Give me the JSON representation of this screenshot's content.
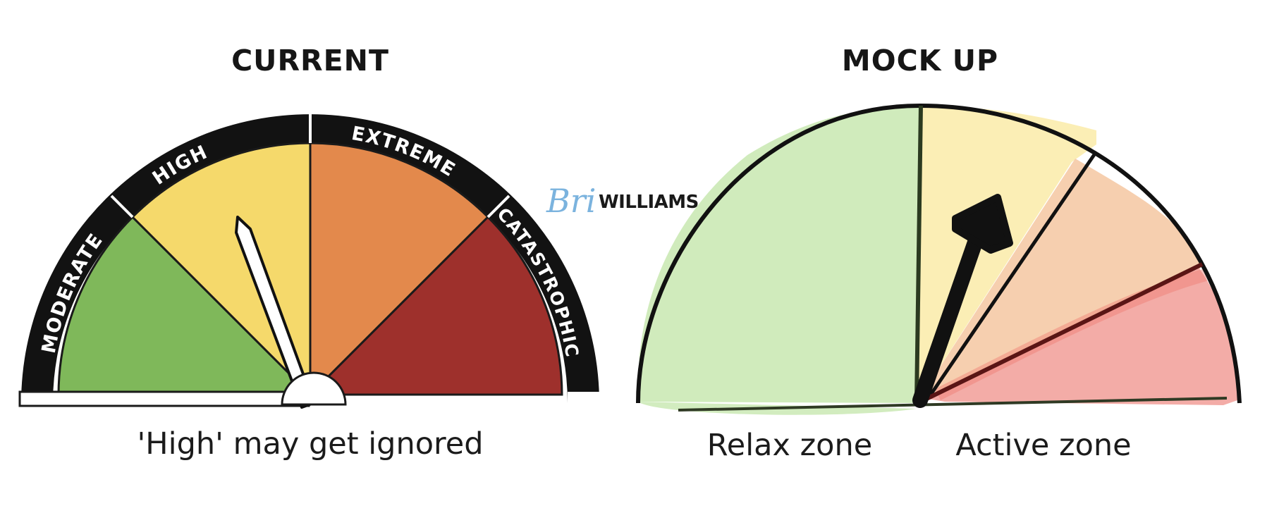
{
  "current": {
    "title": "CURRENT",
    "caption": "'High' may get ignored",
    "levels": [
      {
        "label": "MODERATE",
        "color": "#7fb85a"
      },
      {
        "label": "HIGH",
        "color": "#f5d96b"
      },
      {
        "label": "EXTREME",
        "color": "#e3894c"
      },
      {
        "label": "CATASTROPHIC",
        "color": "#9e302c"
      }
    ],
    "needle_level": "HIGH"
  },
  "mockup": {
    "title": "MOCK UP",
    "zones": [
      {
        "label": "Relax zone",
        "color": "#cdeab8"
      },
      {
        "label": "Active zone",
        "color": "#f4a9a5"
      }
    ],
    "segment_colors": [
      "#cdeab8",
      "#fbedb1",
      "#f6ccab",
      "#f2a8a2"
    ]
  },
  "logo": {
    "script": "Bri",
    "word": "WILLIAMS"
  }
}
